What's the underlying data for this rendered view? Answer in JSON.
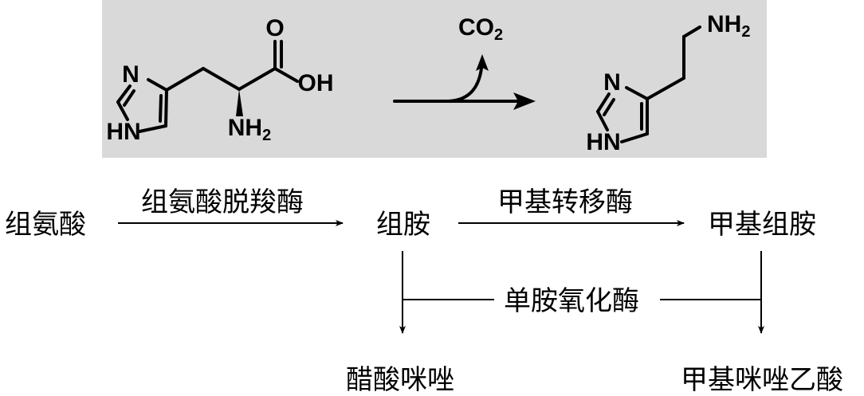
{
  "reaction": {
    "byproduct_main": "CO",
    "byproduct_sub": "2",
    "histidine": {
      "ring_n": "N",
      "ring_nh": "HN",
      "carbonyl_o": "O",
      "hydroxyl": "OH",
      "amine_main": "NH",
      "amine_sub": "2"
    },
    "histamine": {
      "ring_n": "N",
      "ring_nh": "HN",
      "amine_main": "NH",
      "amine_sub": "2"
    }
  },
  "flow": {
    "histidine": "组氨酸",
    "enzyme_decarboxylase": "组氨酸脱羧酶",
    "histamine": "组胺",
    "enzyme_methyltransferase": "甲基转移酶",
    "methylhistamine": "甲基组胺",
    "enzyme_mao": "单胺氧化酶",
    "imidazole_acetic_acid": "醋酸咪唑",
    "methylimidazole_acetic_acid": "甲基咪唑乙酸"
  },
  "colors": {
    "panel_background": "#d9d9d9",
    "ink": "#000000"
  }
}
